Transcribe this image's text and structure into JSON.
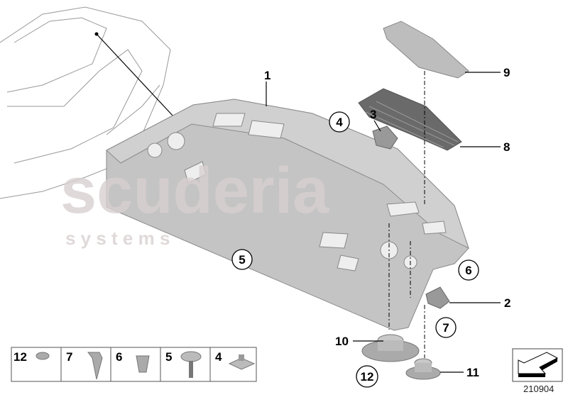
{
  "watermark": {
    "line1": "scuderia",
    "line2": "s y s t e m s"
  },
  "callouts": [
    "1",
    "9",
    "8",
    "3",
    "4",
    "5",
    "6",
    "2",
    "7",
    "10",
    "12",
    "11"
  ],
  "legend": [
    "12",
    "7",
    "6",
    "5",
    "4"
  ],
  "diagram_id": "210904",
  "colors": {
    "part": "#c4c4c4",
    "part_edge": "#8a8a8a",
    "watermark": "#d8cfcf"
  }
}
